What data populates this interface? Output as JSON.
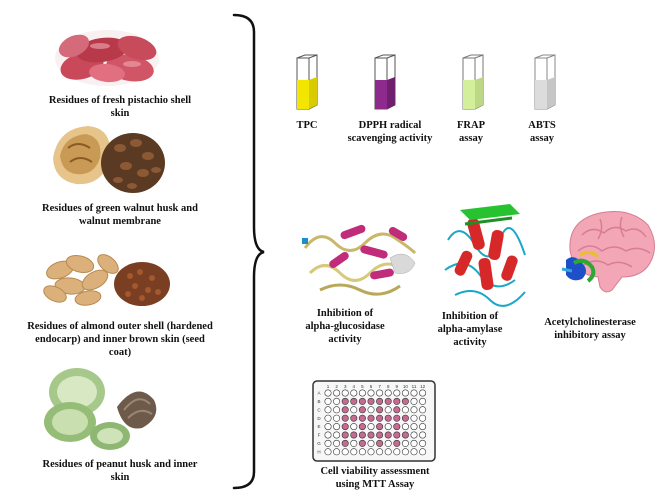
{
  "residues": [
    {
      "label": "Residues of fresh pistachio shell\nskin"
    },
    {
      "label": "Residues of green walnut husk and\nwalnut membrane"
    },
    {
      "label": "Residues of almond outer shell (hardened\nendocarp) and inner brown skin (seed\ncoat)"
    },
    {
      "label": "Residues of peanut husk and inner\nskin"
    }
  ],
  "assays": [
    {
      "label": "TPC",
      "color": "#f2e600"
    },
    {
      "label": "DPPH radical\nscavenging activity",
      "color": "#8e2a8e"
    },
    {
      "label": "FRAP\nassay",
      "color": "#d4ef9c"
    },
    {
      "label": "ABTS\nassay",
      "color": "#dcdcdc"
    }
  ],
  "enzymes": [
    {
      "label": "Inhibition of\nalpha-glucosidase\nactivity"
    },
    {
      "label": "Inhibition of\nalpha-amylase\nactivity"
    },
    {
      "label": "Acetylcholinesterase\ninhibitory assay"
    }
  ],
  "cell_assay": {
    "label": "Cell viability assessment\nusing MTT Assay",
    "plate_columns": [
      "1",
      "2",
      "3",
      "4",
      "5",
      "6",
      "7",
      "8",
      "9",
      "10",
      "11",
      "12"
    ],
    "plate_rows": [
      "A",
      "B",
      "C",
      "D",
      "E",
      "F",
      "G",
      "H"
    ]
  }
}
